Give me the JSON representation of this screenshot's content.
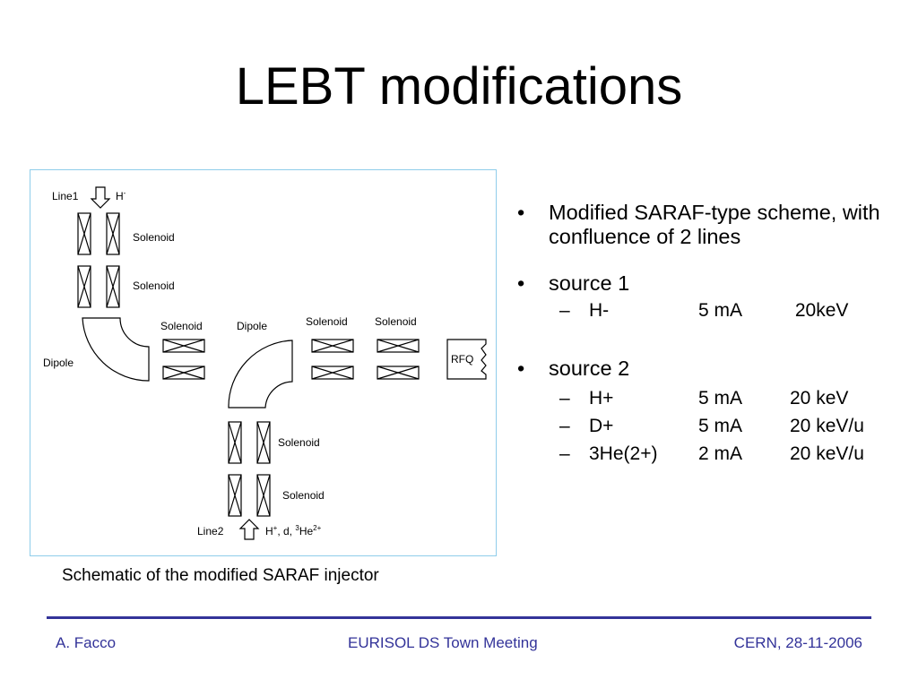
{
  "title": "LEBT modifications",
  "diagram": {
    "line1": "Line1",
    "line1_ion": "H",
    "line1_ion_sup": "-",
    "line2": "Line2",
    "line2_ion_a": "H",
    "line2_ion_a_sup": "+",
    "line2_ion_b": ", d, ",
    "line2_ion_c_sup": "3",
    "line2_ion_c": "He",
    "line2_ion_c_sup2": "2+",
    "solenoid": "Solenoid",
    "dipole": "Dipole",
    "rfq": "RFQ"
  },
  "caption": "Schematic of the modified SARAF injector",
  "bullets": [
    {
      "text": "Modified SARAF-type scheme, with confluence of 2 lines",
      "sub": []
    },
    {
      "text": "source 1",
      "sub": [
        {
          "ion": "H-",
          "current": "5 mA",
          "energy": " 20keV"
        }
      ]
    },
    {
      "text": "source 2",
      "sub": [
        {
          "ion": "H+",
          "current": "5 mA",
          "energy": "20 keV"
        },
        {
          "ion": "D+",
          "current": "5 mA",
          "energy": "20 keV/u"
        },
        {
          "ion": "3He(2+)",
          "current": "2 mA",
          "energy": "20 keV/u"
        }
      ]
    }
  ],
  "bullet_symbol": "•",
  "dash_symbol": "–",
  "footer": {
    "left": "A. Facco",
    "center": "EURISOL DS Town Meeting",
    "right": "CERN, 28-11-2006"
  },
  "colors": {
    "frame_border": "#8fcdea",
    "footer_accent": "#333399"
  }
}
